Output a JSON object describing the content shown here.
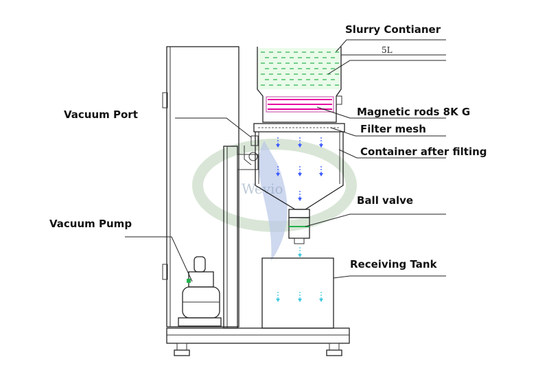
{
  "labels": {
    "slurry_container": "Slurry Contianer",
    "volume": "5L",
    "magnetic_rods": "Magnetic rods 8K G",
    "filter_mesh": "Filter mesh",
    "container_after": "Container after filting",
    "ball_valve": "Ball valve",
    "receiving_tank": "Receiving Tank",
    "vacuum_port": "Vacuum Port",
    "vacuum_pump": "Vacuum Pump"
  },
  "watermark": {
    "text": "Wevio"
  },
  "colors": {
    "slurry": "#22b14c",
    "magnet": "#e600a0",
    "flow_blue": "#3c5aff",
    "flow_cyan": "#40c8e0",
    "watermark_green": "#c9dcc6",
    "watermark_blue": "#b9c8e8"
  }
}
